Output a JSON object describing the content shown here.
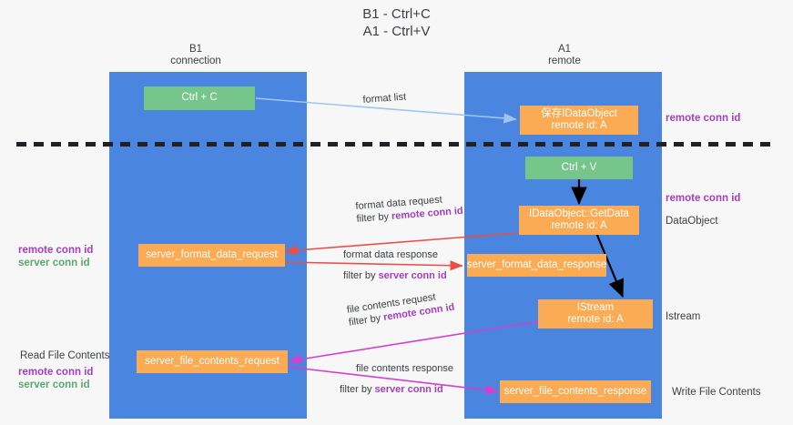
{
  "title": {
    "line1": "B1 - Ctrl+C",
    "line2": "A1 - Ctrl+V"
  },
  "columns": [
    {
      "name": "B1",
      "role": "connection"
    },
    {
      "name": "A1",
      "role": "remote"
    }
  ],
  "colors": {
    "lane": "#4a86e0",
    "action_box": "#76c58a",
    "message_box": "#fbab53",
    "remote_conn_id": "#a33fbf",
    "server_conn_id": "#5aa86f",
    "format_arrow": "#9fc5f0",
    "data_arrow": "#ea4f47",
    "file_arrow": "#d340cf",
    "control_arrow": "#000000",
    "divider": "#202124"
  },
  "nodes": {
    "ctrl_c": "Ctrl + C",
    "ctrl_v": "Ctrl + V",
    "save_idataobject": "保存IDataObject\nremote id: A",
    "save_idataobject_l1": "保存IDataObject",
    "save_idataobject_l2": "remote id: A",
    "getdata_l1": "IDataObject::GetData",
    "getdata_l2": "remote id: A",
    "istream_l1": "IStream",
    "istream_l2": "remote id: A",
    "server_format_data_request": "server_format_data_request",
    "server_format_data_response": "server_format_data_response",
    "server_file_contents_request": "server_file_contents_request",
    "server_file_contents_response": "server_file_contents_response"
  },
  "edges": {
    "format_list": "format list",
    "format_data_request": "format data request",
    "format_data_request_filter_prefix": "filter by ",
    "format_data_request_filter_key": "remote conn id",
    "format_data_response": "format data response",
    "format_data_response_filter_prefix": "filter by ",
    "format_data_response_filter_key": "server conn id",
    "file_contents_request": "file contents request",
    "file_contents_request_filter_prefix": "filter by ",
    "file_contents_request_filter_key": "remote conn id",
    "file_contents_response": "file contents response",
    "file_contents_response_filter_prefix": "filter by ",
    "file_contents_response_filter_key": "server conn id"
  },
  "left_labels": {
    "remote_conn_id": "remote conn id",
    "server_conn_id": "server conn id",
    "read_file_contents": "Read File Contents",
    "remote_conn_id_2": "remote conn id",
    "server_conn_id_2": "server conn id"
  },
  "right_labels": {
    "remote_conn_id_top": "remote conn id",
    "remote_conn_id_mid": "remote conn id",
    "dataobject": "DataObject",
    "istream": "Istream",
    "write_file_contents": "Write File Contents"
  }
}
